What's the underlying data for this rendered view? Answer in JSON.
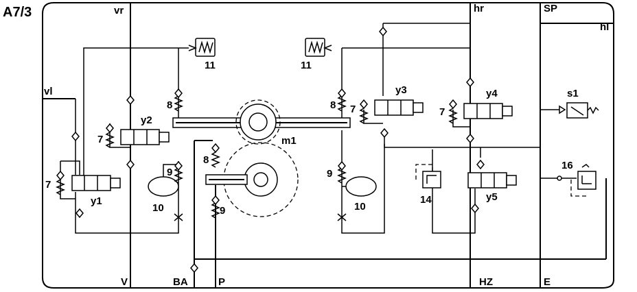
{
  "diagram": {
    "sheet_id": "A7/3",
    "ports": {
      "vr": "vr",
      "hr": "hr",
      "sp": "SP",
      "hl": "hl",
      "vl": "vl",
      "v": "V",
      "ba": "BA",
      "p": "P",
      "hz": "HZ",
      "e": "E"
    },
    "components": {
      "y1": "y1",
      "y2": "y2",
      "y3": "y3",
      "y4": "y4",
      "y5": "y5",
      "s1": "s1",
      "m1": "m1"
    },
    "numbers": {
      "n7a": "7",
      "n7b": "7",
      "n7c": "7",
      "n7d": "7",
      "n8a": "8",
      "n8b": "8",
      "n8c": "8",
      "n9a": "9",
      "n9b": "9",
      "n9c": "9",
      "n10a": "10",
      "n10b": "10",
      "n11a": "11",
      "n11b": "11",
      "n14": "14",
      "n16": "16"
    }
  }
}
